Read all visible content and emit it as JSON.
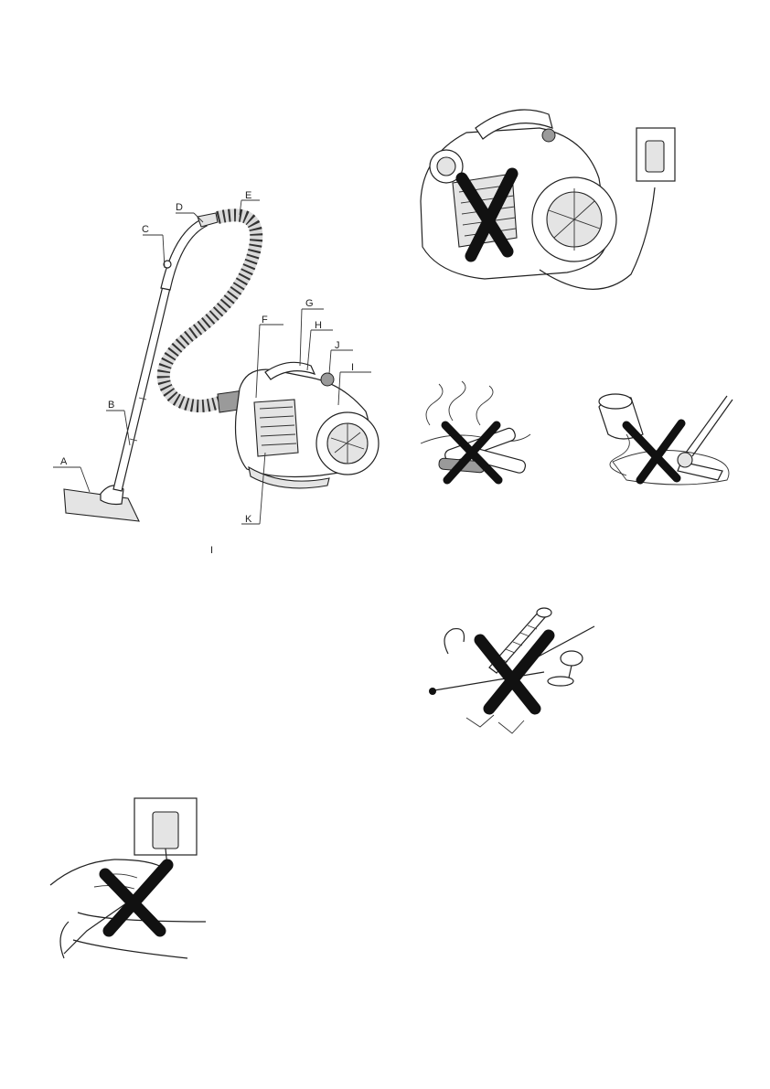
{
  "diagram": {
    "part_labels": [
      "A",
      "B",
      "C",
      "D",
      "E",
      "F",
      "G",
      "H",
      "I",
      "J",
      "K"
    ],
    "figure_caption": "I"
  },
  "warnings": [
    {
      "icon": "no-touch-plugged-in-icon"
    },
    {
      "icon": "no-smoke-cigarettes-icon"
    },
    {
      "icon": "no-liquids-icon"
    },
    {
      "icon": "no-sharp-objects-icon"
    },
    {
      "icon": "no-wet-hands-plug-icon"
    }
  ],
  "colors": {
    "line": "#222222",
    "cross": "#111111",
    "background": "#ffffff"
  }
}
